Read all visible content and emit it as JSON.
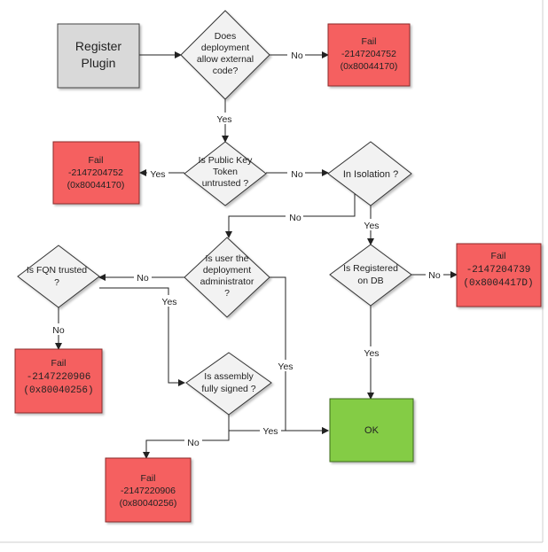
{
  "diagram": {
    "register": [
      "Register",
      "Plugin"
    ],
    "decisions": {
      "external_code": [
        "Does",
        "deployment",
        "allow external",
        "code?"
      ],
      "public_key": [
        "Is Public Key",
        "Token",
        "untrusted ?"
      ],
      "isolation": [
        "In Isolation ?"
      ],
      "deploy_admin": [
        "Is user the",
        "deployment",
        "administrator",
        "?"
      ],
      "registered_db": [
        "Is Registered",
        "on DB"
      ],
      "fqn_trusted": [
        "Is FQN trusted",
        "?"
      ],
      "assembly_signed": [
        "Is assembly",
        "fully signed ?"
      ]
    },
    "fails": {
      "fail1": [
        "Fail",
        "-2147204752",
        "(0x80044170)"
      ],
      "fail2": [
        "Fail",
        "-2147204752",
        "(0x80044170)"
      ],
      "fail3": [
        "Fail",
        "-2147204739",
        "(0x8004417D)"
      ],
      "fail4": [
        "Fail",
        "-2147220906",
        "(0x80040256)"
      ],
      "fail5": [
        "Fail",
        "-2147220906",
        "(0x80040256)"
      ]
    },
    "ok": "OK",
    "edge_labels": {
      "no": "No",
      "yes": "Yes"
    }
  }
}
